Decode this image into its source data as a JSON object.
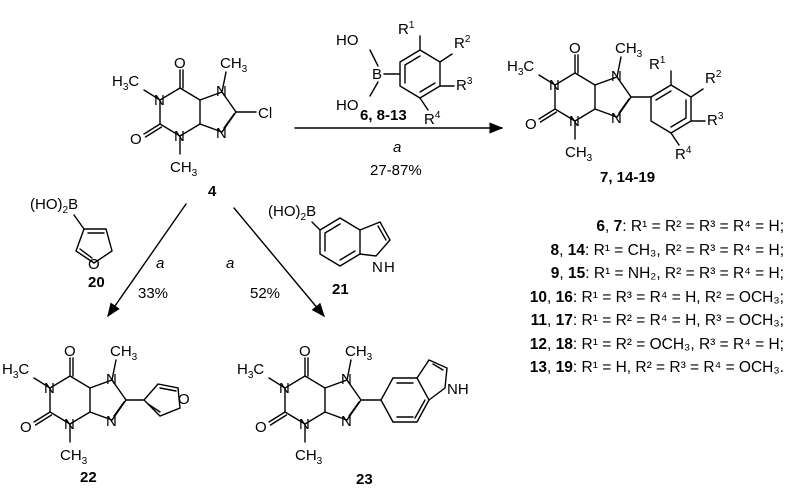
{
  "reagent_condition": {
    "compounds": "6, 8-13",
    "condition": "a",
    "yield": "27-87%"
  },
  "routes": [
    {
      "condition": "a",
      "yield": "33%"
    },
    {
      "condition": "a",
      "yield": "52%"
    }
  ],
  "labels": {
    "start": "4",
    "products_main": "7, 14-19",
    "boronic_furan": "20",
    "boronic_indole": "21",
    "product_furan": "22",
    "product_indole": "23"
  },
  "legend": [
    {
      "num": "6",
      "num2": "7",
      "text": "R¹ = R² = R³ = R⁴ = H;"
    },
    {
      "num": "8",
      "num2": "14",
      "text": "R¹ = CH₃, R² = R³ = R⁴ = H;"
    },
    {
      "num": "9",
      "num2": "15",
      "text": "R¹ = NH₂, R² = R³ = R⁴ = H;"
    },
    {
      "num": "10",
      "num2": "16",
      "text": "R¹ = R³ = R⁴ = H, R² = OCH₃;"
    },
    {
      "num": "11",
      "num2": "17",
      "text": "R¹ = R² = R⁴ = H, R³ = OCH₃;"
    },
    {
      "num": "12",
      "num2": "18",
      "text": "R¹ = R² = OCH₃, R³ = R⁴ = H;"
    },
    {
      "num": "13",
      "num2": "19",
      "text": "R¹ = H, R² = R³ = R⁴ = OCH₃."
    }
  ]
}
